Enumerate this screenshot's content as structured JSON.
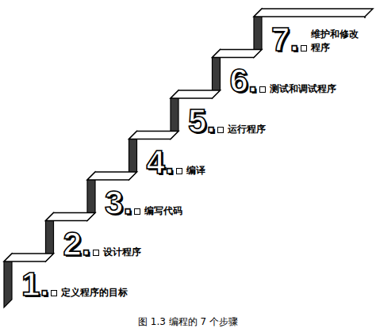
{
  "diagram": {
    "caption": "图 1.3 编程的 7 个步骤",
    "nodes": [
      {
        "text": [
          "1.",
          "定义程序的目标"
        ]
      },
      {
        "text": [
          "2.",
          "设计程序"
        ]
      },
      {
        "text": [
          "3.",
          "编写代码"
        ]
      },
      {
        "text": [
          "4.",
          "编译"
        ]
      },
      {
        "text": [
          "5.",
          "运行程序"
        ]
      },
      {
        "text": [
          "6.",
          "测试和调试程序"
        ]
      },
      {
        "text": [
          "7.",
          "维护和修改 程序"
        ]
      }
    ]
  }
}
